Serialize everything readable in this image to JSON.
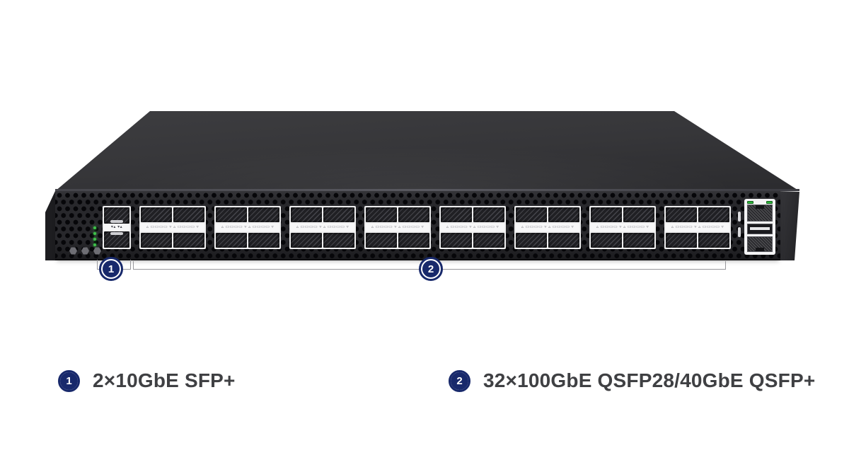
{
  "callouts": [
    {
      "number": "1",
      "label": "2×10GbE SFP+"
    },
    {
      "number": "2",
      "label": "32×100GbE QSFP28/40GbE QSFP+"
    }
  ],
  "device": {
    "qsfp_block_count": 8,
    "qsfp_ports_per_block": 4,
    "qsfp_strip_marks": "▵ ▭▭▭▭ ▿  ▵ ▭▭▭▭ ▿",
    "sfp_cage_count": 2,
    "sfp_strip_marks": "▾▴ ▾▴",
    "status_led_count": 4,
    "screw_hole_count": 3,
    "mgmt_led_count": 2
  },
  "colors": {
    "accent_navy": "#18296b",
    "label_text": "#3f4043",
    "led_green": "#3ec24a"
  }
}
